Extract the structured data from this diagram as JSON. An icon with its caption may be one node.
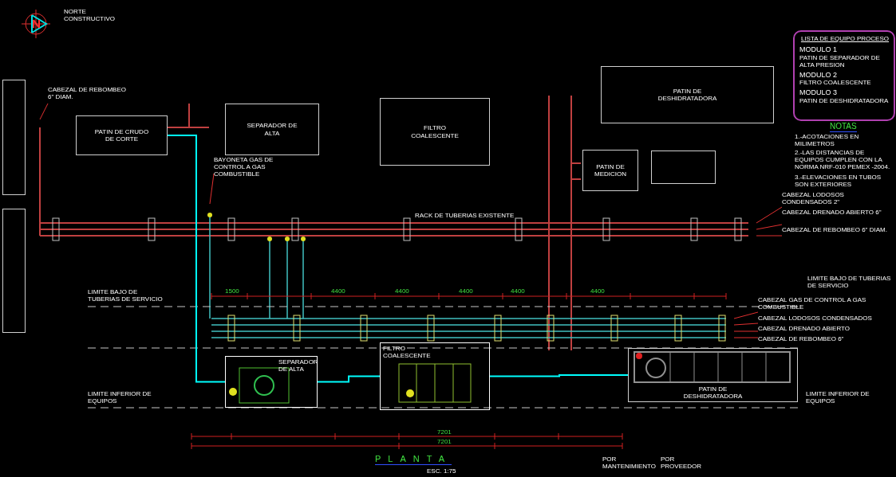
{
  "diagram": {
    "title": "PLANTA",
    "caption": "ESC. 1:75",
    "nodes": [
      {
        "text": [
          "PATIN DE CRUDO DE CORTE"
        ]
      },
      {
        "text": [
          "SEPARADOR DE ALTA"
        ]
      },
      {
        "text": [
          "FILTRO COALESCENTE"
        ]
      },
      {
        "text": [
          "PATIN DE DESHIDRATADORA"
        ]
      },
      {
        "text": [
          "PATIN DE MEDICION"
        ]
      },
      {
        "text": [],
        "shape": "box"
      },
      {
        "text": [
          "LISTA DE EQUIPO PROCESO",
          "MODULO 1",
          "PATIN DE SEPARADOR DE ALTA PRESION",
          "MODULO 2",
          "FILTRO COALESCENTE",
          "MODULO 3",
          "PATIN DE DESHIDRATADORA"
        ]
      },
      {
        "text": [
          "SEPARADOR DE ALTA"
        ]
      },
      {
        "text": [
          "FILTRO COALESCENTE"
        ]
      },
      {
        "text": [
          "PATIN DE DESHIDRATADORA"
        ]
      },
      {
        "text": [],
        "shape": "box"
      },
      {
        "text": [],
        "shape": "box"
      },
      {
        "text": [
          "CABEZAL DE REBOMBEO 6\" DIAM."
        ]
      },
      {
        "text": [
          "BAYONETA GAS DE CONTROL A GAS COMBUSTIBLE"
        ]
      },
      {
        "text": [
          "CABEZAL LODOSOS CONDENSADOS 2\""
        ]
      },
      {
        "text": [
          "CABEZAL DRENADO ABIERTO 6\""
        ]
      },
      {
        "text": [
          "CABEZAL DE REBOMBEO 6\" DIAM."
        ]
      },
      {
        "text": [
          "CABEZAL GAS DE CONTROL A GAS COMBUSTIBLE"
        ]
      },
      {
        "text": [
          "CABEZAL LODOSOS CONDENSADOS"
        ]
      },
      {
        "text": [
          "CABEZAL DRENADO ABIERTO"
        ]
      },
      {
        "text": [
          "CABEZAL DE REBOMBEO 6\""
        ]
      }
    ],
    "edges": [
      {
        "from": 0,
        "to": 7,
        "arrow": "none",
        "color": "#00ffff"
      },
      {
        "from": 7,
        "to": 8,
        "arrow": "none",
        "color": "#00ffff"
      },
      {
        "from": 8,
        "to": 9,
        "arrow": "none",
        "color": "#00ffff"
      },
      {
        "from": 12,
        "to": null,
        "arrow": "none"
      },
      {
        "from": 13,
        "to": null,
        "arrow": "none"
      },
      {
        "from": 14,
        "to": null,
        "arrow": "none"
      },
      {
        "from": 15,
        "to": null,
        "arrow": "none"
      },
      {
        "from": 16,
        "to": null,
        "arrow": "none"
      },
      {
        "from": 17,
        "to": null,
        "arrow": "none"
      },
      {
        "from": 18,
        "to": null,
        "arrow": "none"
      },
      {
        "from": 19,
        "to": null,
        "arrow": "none"
      },
      {
        "from": 20,
        "to": null,
        "arrow": "none"
      }
    ],
    "labels": [
      "NORTE CONSTRUCTIVO",
      "RACK DE TUBERIAS EXISTENTE",
      "NOTAS",
      "1.-ACOTACIONES EN MILIMETROS",
      "2.-LAS DISTANCIAS DE EQUIPOS CUMPLEN CON LA NORMA NRF-010 PEMEX -2004.",
      "3.-ELEVACIONES EN TUBOS SON EXTERIORES",
      "LIMITE BAJO DE TUBERIAS DE SERVICIO",
      "LIMITE BAJO DE TUBERIAS DE SERVICIO",
      "LIMITE INFERIOR DE EQUIPOS",
      "LIMITE INFERIOR DE EQUIPOS",
      "POR MANTENIMIENTO",
      "POR PROVEEDOR",
      "1500",
      "4400",
      "4400",
      "4400",
      "4400",
      "4400",
      "7201",
      "7201"
    ]
  }
}
